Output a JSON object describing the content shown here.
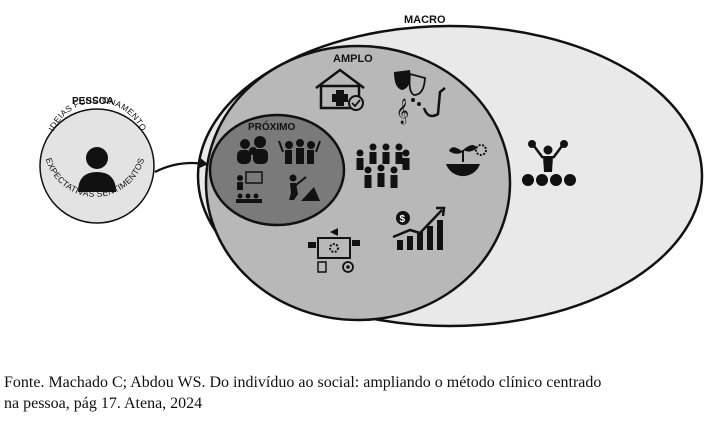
{
  "person": {
    "title": "PESSOA",
    "arc_top": "IDEIAS FUNCIONAMENTO",
    "arc_bottom": "EXPECTATIVAS SENTIMENTOS"
  },
  "levels": {
    "macro": "MACRO",
    "amplo": "AMPLO",
    "proximo": "PRÓXIMO"
  },
  "caption": {
    "line1": "Fonte. Machado C; Abdou WS. Do indivíduo ao social: ampliando o método clínico centrado",
    "line2": "na pessoa, pág 17. Atena, 2024"
  },
  "icons": [
    "user-icon",
    "family-icon",
    "friends-icon",
    "teaching-icon",
    "worker-icon",
    "health-house-icon",
    "theater-music-icon",
    "community-icon",
    "environment-icon",
    "finance-growth-icon",
    "digital-media-icon",
    "money-power-icon"
  ]
}
